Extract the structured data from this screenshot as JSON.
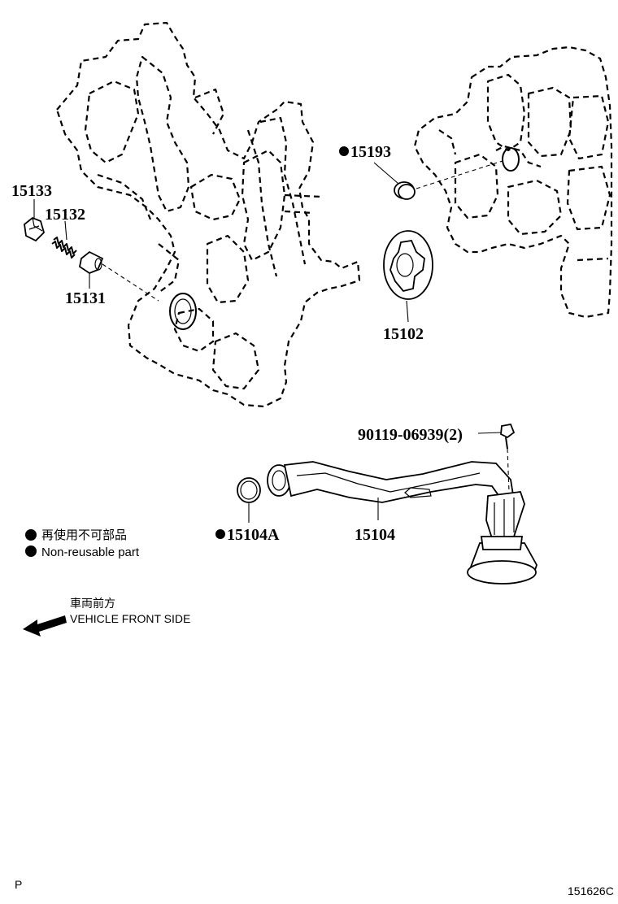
{
  "parts": {
    "p15133": "15133",
    "p15132": "15132",
    "p15131": "15131",
    "p15193": "15193",
    "p15102": "15102",
    "p90119": "90119-06939(2)",
    "p15104A": "15104A",
    "p15104": "15104"
  },
  "legend": {
    "jp": "再使用不可部品",
    "en": "Non-reusable part"
  },
  "direction": {
    "jp": "車両前方",
    "en": "VEHICLE FRONT SIDE"
  },
  "footer": {
    "left": "P",
    "code": "151626C"
  },
  "icons": {
    "non_reusable_marker": "filled-circle",
    "direction_arrow": "arrow-left"
  }
}
